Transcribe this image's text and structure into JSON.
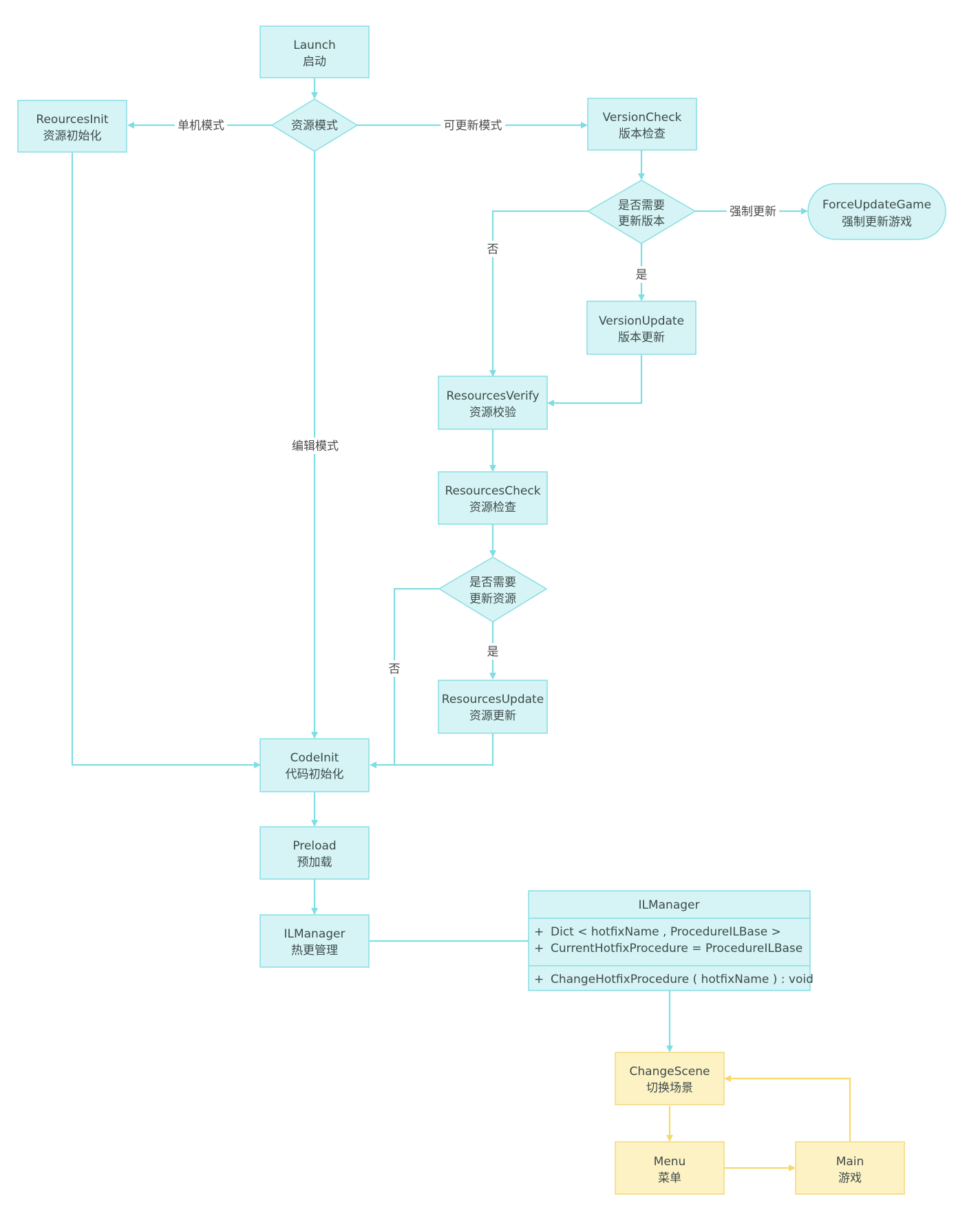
{
  "nodes": {
    "launch": {
      "en": "Launch",
      "zh": "启动"
    },
    "resource_mode": {
      "zh": "资源模式"
    },
    "resources_init": {
      "en": "ReourcesInit",
      "zh": "资源初始化"
    },
    "version_check": {
      "en": "VersionCheck",
      "zh": "版本检查"
    },
    "need_update_version": {
      "l1": "是否需要",
      "l2": "更新版本"
    },
    "force_update": {
      "en": "ForceUpdateGame",
      "zh": "强制更新游戏"
    },
    "version_update": {
      "en": "VersionUpdate",
      "zh": "版本更新"
    },
    "resources_verify": {
      "en": "ResourcesVerify",
      "zh": "资源校验"
    },
    "resources_check": {
      "en": "ResourcesCheck",
      "zh": "资源检查"
    },
    "need_update_res": {
      "l1": "是否需要",
      "l2": "更新资源"
    },
    "resources_update": {
      "en": "ResourcesUpdate",
      "zh": "资源更新"
    },
    "code_init": {
      "en": "CodeInit",
      "zh": "代码初始化"
    },
    "preload": {
      "en": "Preload",
      "zh": "预加载"
    },
    "hotfix_mgr": {
      "en": "ILManager",
      "zh": "热更管理"
    },
    "change_scene": {
      "en": "ChangeScene",
      "zh": "切换场景"
    },
    "menu": {
      "en": "Menu",
      "zh": "菜单"
    },
    "main": {
      "en": "Main",
      "zh": "游戏"
    }
  },
  "edge_labels": {
    "standalone": "单机模式",
    "updatable": "可更新模式",
    "editor": "编辑模式",
    "force": "强制更新",
    "no_version": "否",
    "yes_version": "是",
    "no_res": "否",
    "yes_res": "是"
  },
  "class_box": {
    "title": "ILManager",
    "attributes": [
      {
        "vis": "+",
        "text": "Dict < hotfixName , ProcedureILBase >"
      },
      {
        "vis": "+",
        "text": "CurrentHotfixProcedure = ProcedureILBase"
      }
    ],
    "methods": [
      {
        "vis": "+",
        "text": "ChangeHotfixProcedure ( hotfixName ) : void"
      }
    ]
  },
  "colors": {
    "box_fill": "#d6f4f5",
    "box_stroke": "#86dde3",
    "edge": "#7fdde4",
    "yellow_fill": "#fdf2c4",
    "yellow_stroke": "#f2d97a",
    "yellow_edge": "#f7d86a"
  }
}
